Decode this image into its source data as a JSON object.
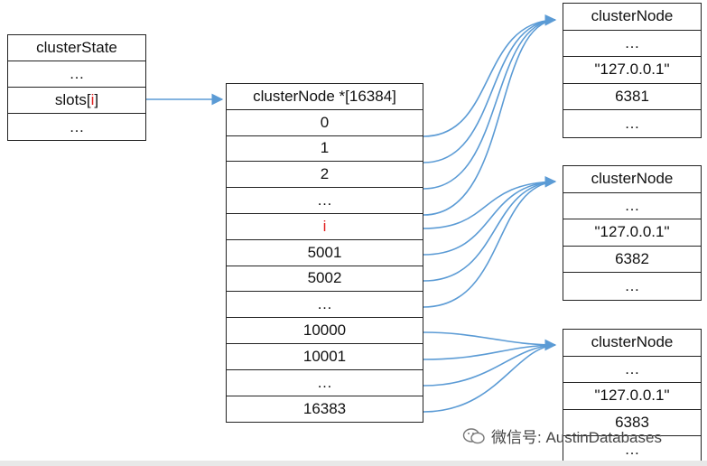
{
  "cluster_state": {
    "rows": [
      "clusterState",
      "…",
      "slots[",
      "i",
      "]",
      "…"
    ]
  },
  "slot_array": {
    "header": "clusterNode *[16384]",
    "rows": [
      "0",
      "1",
      "2",
      "…",
      "i",
      "5001",
      "5002",
      "…",
      "10000",
      "10001",
      "…",
      "16383"
    ]
  },
  "nodes": [
    {
      "title": "clusterNode",
      "dots_top": "…",
      "ip": "\"127.0.0.1\"",
      "port": "6381",
      "dots_bottom": "…"
    },
    {
      "title": "clusterNode",
      "dots_top": "…",
      "ip": "\"127.0.0.1\"",
      "port": "6382",
      "dots_bottom": "…"
    },
    {
      "title": "clusterNode",
      "dots_top": "…",
      "ip": "\"127.0.0.1\"",
      "port": "6383",
      "dots_bottom": "…"
    }
  ],
  "watermark": {
    "text": "微信号: AustinDatabases"
  },
  "colors": {
    "arrow": "#5b9bd5",
    "highlight": "#e02020",
    "border": "#222222"
  }
}
